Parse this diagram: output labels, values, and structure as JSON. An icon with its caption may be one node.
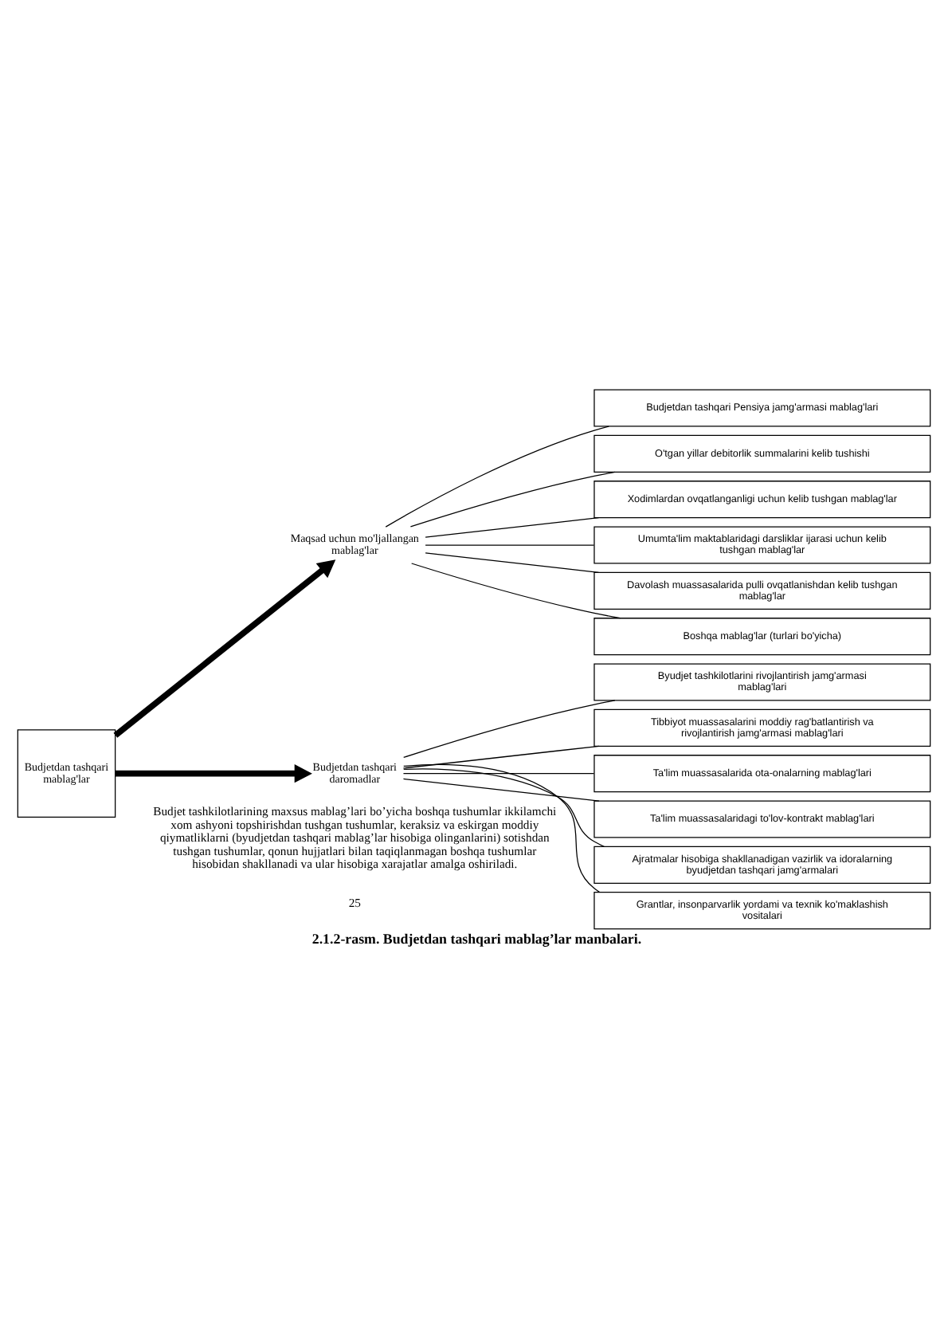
{
  "diagram": {
    "caption": "2.1.2-rasm. Budjetdan tashqari mablag’lar manbalari.",
    "nodes": [
      {
        "text": [
          "Budjetdan tashqari mablag'lar"
        ]
      },
      {
        "text": [
          "Maqsad uchun mo'ljallangan mablag'lar"
        ]
      },
      {
        "text": [
          "Budjetdan tashqari Pensiya jamg'armasi mablag'lari"
        ]
      },
      {
        "text": [
          "O'tgan yillar debitorlik summalarini kelib tushishi"
        ]
      },
      {
        "text": [
          "Xodimlardan ovqatlanganligi uchun kelib tushgan mablag'lar"
        ]
      },
      {
        "text": [
          "Umumta'lim maktablaridagi darsliklar ijarasi uchun kelib tushgan mablag'lar"
        ]
      },
      {
        "text": [
          "Davolash muassasalarida pulli ovqatlanishdan kelib tushgan mablag'lar"
        ]
      },
      {
        "text": [
          "Boshqa mablag'lar (turlari bo'yicha)"
        ]
      },
      {
        "text": [
          "Budjetdan tashqari daromadlar"
        ]
      },
      {
        "text": [
          "Byudjet tashkilotlarini rivojlantirish jamg'armasi mablag'lari"
        ]
      },
      {
        "text": [
          "Tibbiyot muassasalarini moddiy rag'batlantirish va rivojlantirish jamg'armasi mablag'lari"
        ]
      },
      {
        "text": [
          "Ta'lim muassasalarida ota-onalarning mablag'lari"
        ]
      },
      {
        "text": [
          "Ta'lim muassasalaridagi to'lov-kontrakt mablag'lari"
        ]
      },
      {
        "text": [
          "Ajratmalar hisobiga shakllanadigan vazirlik va idoralarning byudjetdan tashqari jamg'armalari"
        ]
      },
      {
        "text": [
          "Grantlar, insonparvarlik yordami va texnik ko'maklashish vositalari"
        ]
      }
    ],
    "edges": [
      {
        "from": 0,
        "to": 1,
        "arrow": "to",
        "style": "thick"
      },
      {
        "from": 0,
        "to": 8,
        "arrow": "to",
        "style": "thick"
      },
      {
        "from": 1,
        "to": 2,
        "arrow": "none"
      },
      {
        "from": 1,
        "to": 3,
        "arrow": "none"
      },
      {
        "from": 1,
        "to": 4,
        "arrow": "none"
      },
      {
        "from": 1,
        "to": 5,
        "arrow": "none"
      },
      {
        "from": 1,
        "to": 6,
        "arrow": "none"
      },
      {
        "from": 1,
        "to": 7,
        "arrow": "none"
      },
      {
        "from": 8,
        "to": 9,
        "arrow": "none"
      },
      {
        "from": 8,
        "to": 10,
        "arrow": "none"
      },
      {
        "from": 8,
        "to": 11,
        "arrow": "none"
      },
      {
        "from": 8,
        "to": 12,
        "arrow": "none"
      },
      {
        "from": 8,
        "to": 13,
        "arrow": "none"
      },
      {
        "from": 8,
        "to": 14,
        "arrow": "none"
      }
    ],
    "labels": [
      "Budjet tashkilotlarining maxsus mablag’lari bo’yicha boshqa tushumlar ikkilamchi xom ashyoni topshirishdan tushgan tushumlar, keraksiz va eskirgan moddiy qiymatliklarni (byudjetdan tashqari mablag’lar hisobiga olinganlarini) sotishdan tushgan tushumlar, qonun hujjatlari bilan taqiqlanmagan boshqa tushumlar hisobidan shakllanadi va ular hisobiga xarajatlar amalga oshiriladi.",
      "25"
    ]
  }
}
